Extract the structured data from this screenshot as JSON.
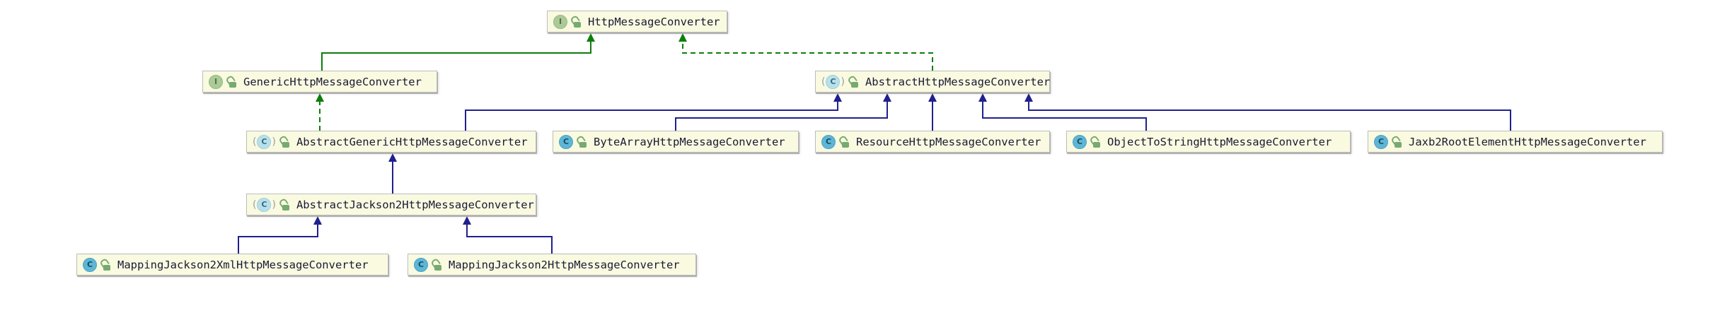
{
  "diagram": {
    "colors": {
      "background": "#ffffff",
      "node_fill": "#fafae1",
      "node_border": "#bdbdbd",
      "label_text": "#1a1a34",
      "extends_edge": "#20208e",
      "implements_edge": "#0c7e0c",
      "interface_icon_fill": "#abcb96",
      "class_icon_fill": "#5eb6d6",
      "abstract_class_icon_fill": "#b8e0ec",
      "lock_icon": "#77aa70"
    },
    "nodes": [
      {
        "id": "http",
        "label": "HttpMessageConverter",
        "kind": "interface",
        "icon_letter": "I",
        "modifier_icon": "open-lock"
      },
      {
        "id": "generic",
        "label": "GenericHttpMessageConverter",
        "kind": "interface",
        "icon_letter": "I",
        "modifier_icon": "open-lock"
      },
      {
        "id": "abstract",
        "label": "AbstractHttpMessageConverter",
        "kind": "abstract-class",
        "icon_letter": "C",
        "modifier_icon": "open-lock"
      },
      {
        "id": "abstract-generic",
        "label": "AbstractGenericHttpMessageConverter",
        "kind": "abstract-class",
        "icon_letter": "C",
        "modifier_icon": "open-lock"
      },
      {
        "id": "byte-array",
        "label": "ByteArrayHttpMessageConverter",
        "kind": "class",
        "icon_letter": "C",
        "modifier_icon": "open-lock"
      },
      {
        "id": "resource",
        "label": "ResourceHttpMessageConverter",
        "kind": "class",
        "icon_letter": "C",
        "modifier_icon": "open-lock"
      },
      {
        "id": "object-to-string",
        "label": "ObjectToStringHttpMessageConverter",
        "kind": "class",
        "icon_letter": "C",
        "modifier_icon": "open-lock"
      },
      {
        "id": "jaxb2",
        "label": "Jaxb2RootElementHttpMessageConverter",
        "kind": "class",
        "icon_letter": "C",
        "modifier_icon": "open-lock"
      },
      {
        "id": "abstract-jackson2",
        "label": "AbstractJackson2HttpMessageConverter",
        "kind": "abstract-class",
        "icon_letter": "C",
        "modifier_icon": "open-lock"
      },
      {
        "id": "mapping-jackson2-xml",
        "label": "MappingJackson2XmlHttpMessageConverter",
        "kind": "class",
        "icon_letter": "C",
        "modifier_icon": "open-lock"
      },
      {
        "id": "mapping-jackson2",
        "label": "MappingJackson2HttpMessageConverter",
        "kind": "class",
        "icon_letter": "C",
        "modifier_icon": "open-lock"
      }
    ],
    "edges": [
      {
        "from": "generic",
        "to": "http",
        "relation": "interface-extends"
      },
      {
        "from": "abstract",
        "to": "http",
        "relation": "implements"
      },
      {
        "from": "abstract-generic",
        "to": "generic",
        "relation": "implements"
      },
      {
        "from": "abstract-generic",
        "to": "abstract",
        "relation": "extends"
      },
      {
        "from": "byte-array",
        "to": "abstract",
        "relation": "extends"
      },
      {
        "from": "resource",
        "to": "abstract",
        "relation": "extends"
      },
      {
        "from": "object-to-string",
        "to": "abstract",
        "relation": "extends"
      },
      {
        "from": "jaxb2",
        "to": "abstract",
        "relation": "extends"
      },
      {
        "from": "abstract-jackson2",
        "to": "abstract-generic",
        "relation": "extends"
      },
      {
        "from": "mapping-jackson2-xml",
        "to": "abstract-jackson2",
        "relation": "extends"
      },
      {
        "from": "mapping-jackson2",
        "to": "abstract-jackson2",
        "relation": "extends"
      }
    ]
  }
}
